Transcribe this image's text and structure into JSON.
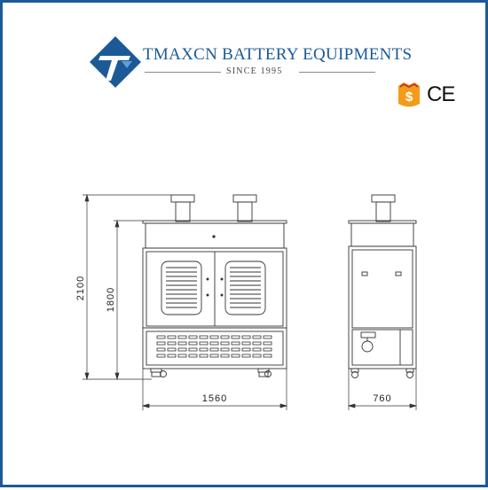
{
  "brand": {
    "name": "TMAXCN BATTERY EQUIPMENTS",
    "since": "SINCE 1995",
    "colors": {
      "primary": "#1b5a97",
      "badge": "#f39c1b"
    }
  },
  "certifications": {
    "sgs_icon": "dollar-badge-icon",
    "ce_text": "CE"
  },
  "dimensions": {
    "total_height": "2100",
    "body_height": "1800",
    "width": "1560",
    "depth": "760"
  }
}
